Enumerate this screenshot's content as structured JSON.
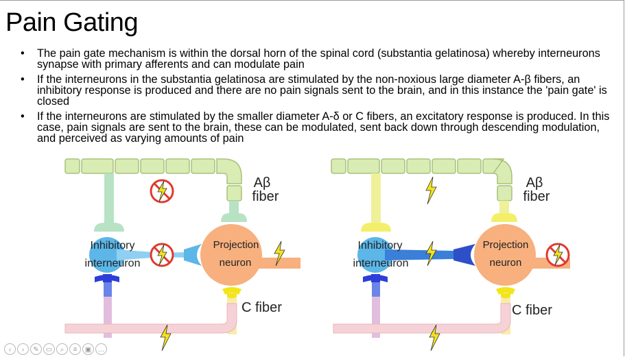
{
  "slide": {
    "title": "Pain Gating",
    "bullets": [
      "The pain gate mechanism is within the dorsal horn of the spinal cord (substantia gelatinosa) whereby interneurons synapse with primary afferents and can modulate pain",
      "If the interneurons in the substantia gelatinosa are stimulated by the non-noxious large diameter A-β fibers, an inhibitory response is produced and there are no pain signals sent to the brain, and in this instance the 'pain gate' is closed",
      "If the interneurons are stimulated by the smaller diameter A-δ or C fibers, an excitatory response is produced. In this case, pain signals are sent to the brain, these can be modulated, sent back down through descending modulation, and perceived as varying amounts of pain"
    ],
    "bullet_glyph": "•"
  },
  "diagrams": {
    "left": {
      "state": "gate closed",
      "labels": {
        "ab_fiber_line1": "Aβ",
        "ab_fiber_line2": "fiber",
        "inhibitory_line1": "Inhibitory",
        "inhibitory_line2": "interneuron",
        "projection_line1": "Projection",
        "projection_line2": "neuron",
        "c_fiber": "C fiber"
      }
    },
    "right": {
      "state": "gate open",
      "labels": {
        "ab_fiber_line1": "Aβ",
        "ab_fiber_line2": "fiber",
        "inhibitory_line1": "Inhibitory",
        "inhibitory_line2": "interneuron",
        "projection_line1": "Projection",
        "projection_line2": "neuron",
        "c_fiber": "C fiber"
      }
    }
  },
  "colors": {
    "myelin_fill": "#d8ecb4",
    "myelin_stroke": "#a8c07a",
    "axon_green": "#b8e2c4",
    "axon_yellow": "#f4ef6a",
    "inhibitory_blue": "#5cb6e8",
    "blue_terminal": "#2d3fd8",
    "projection_orange": "#f7b07e",
    "c_fiber_pink": "#f6d2d6",
    "c_terminal_yellow": "#f2e51a",
    "lightning": "#f3e21c",
    "blocked_red": "#e03a2e"
  },
  "icons": {
    "signal": "lightning-bolt-icon",
    "blocked": "blocked-signal-icon"
  },
  "toolbar": [
    "previous-slide-icon",
    "next-slide-icon",
    "pen-icon",
    "highlighter-icon",
    "zoom-icon",
    "subtitles-icon",
    "video-camera-icon",
    "more-icon"
  ]
}
